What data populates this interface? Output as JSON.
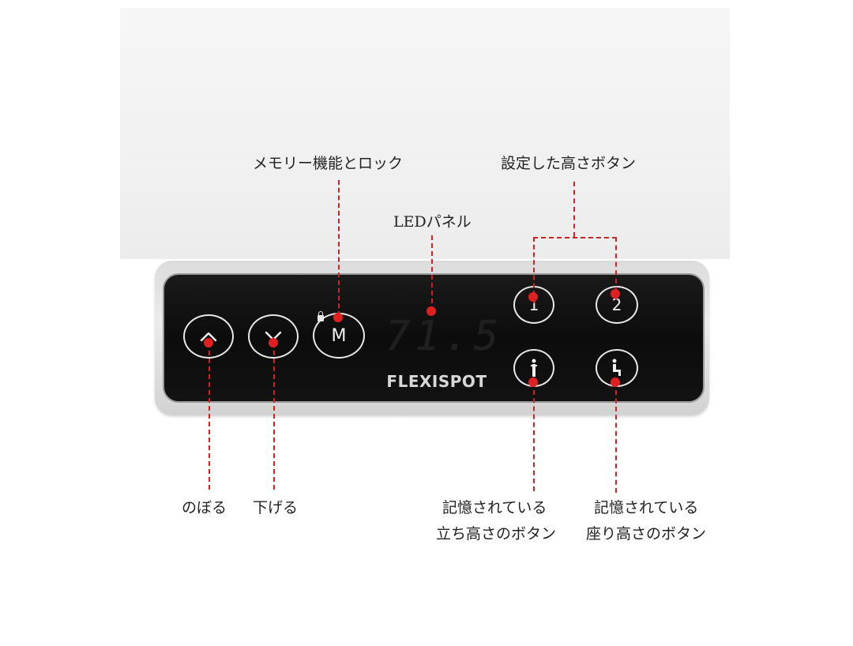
{
  "labels": {
    "memory_lock": "メモリー機能とロック",
    "preset_buttons": "設定した高さボタン",
    "led_panel": "LEDパネル",
    "up": "のぼる",
    "down": "下げる",
    "standing_line1": "記憶されている",
    "standing_line2": "立ち高さのボタン",
    "sitting_line1": "記憶されている",
    "sitting_line2": "座り高さのボタン"
  },
  "panel": {
    "brand": "FLEXISPOT",
    "display_value": "71.5",
    "memory_key": "M",
    "preset_1": "1",
    "preset_2": "2"
  },
  "icons": {
    "up": "chevron-up-icon",
    "down": "chevron-down-icon",
    "lock": "lock-icon",
    "standing": "standing-person-icon",
    "sitting": "sitting-person-icon"
  },
  "colors": {
    "annotation": "#d32020",
    "panel": "#111111",
    "frame": "#dcdcdc"
  }
}
